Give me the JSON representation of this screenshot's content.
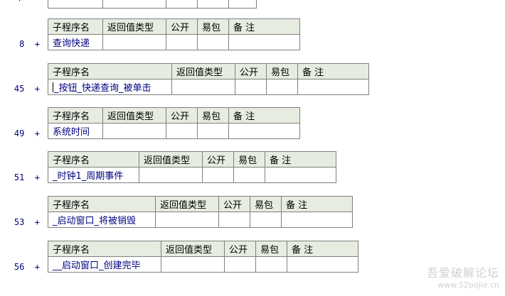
{
  "header": {
    "name": "子程序名",
    "ret": "返回值类型",
    "public": "公开",
    "easy": "易包",
    "note": "备 注"
  },
  "top_line_marker": "+",
  "subs": [
    {
      "line": "8",
      "marker": "+",
      "name": "查询快递"
    },
    {
      "line": "45",
      "marker": "+",
      "name": "_按钮_快递查询_被单击"
    },
    {
      "line": "49",
      "marker": "+",
      "name": "系统时间"
    },
    {
      "line": "51",
      "marker": "+",
      "name": "_时钟1_周期事件"
    },
    {
      "line": "53",
      "marker": "+",
      "name": "_启动窗口_将被销毁"
    },
    {
      "line": "56",
      "marker": "+",
      "name": "__启动窗口_创建完毕"
    }
  ],
  "watermark": {
    "line1": "吾爱破解论坛",
    "line2": "www.52pojie.cn"
  },
  "colors": {
    "header_bg": "#e6ece0",
    "border": "#808080",
    "line_number": "#000080"
  }
}
